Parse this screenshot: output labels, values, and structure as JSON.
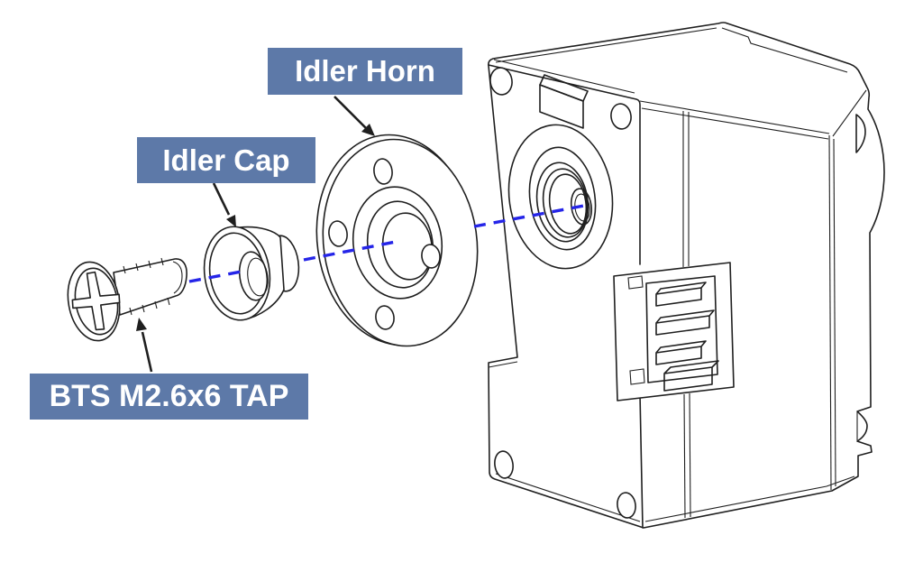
{
  "diagram": {
    "title_visible_text": "",
    "labels": {
      "idler_horn": "Idler Horn",
      "idler_cap": "Idler Cap",
      "screw": "BTS M2.6x6 TAP"
    },
    "parts": [
      "bts-screw",
      "idler-cap",
      "idler-horn",
      "servo-actuator-body"
    ],
    "axis_style": "dashed-centerline",
    "colors": {
      "label_bg": "#5d79a8",
      "label_text": "#ffffff",
      "line_art": "#1f1f1f",
      "axis_line": "#2525e8",
      "background": "#ffffff"
    }
  }
}
